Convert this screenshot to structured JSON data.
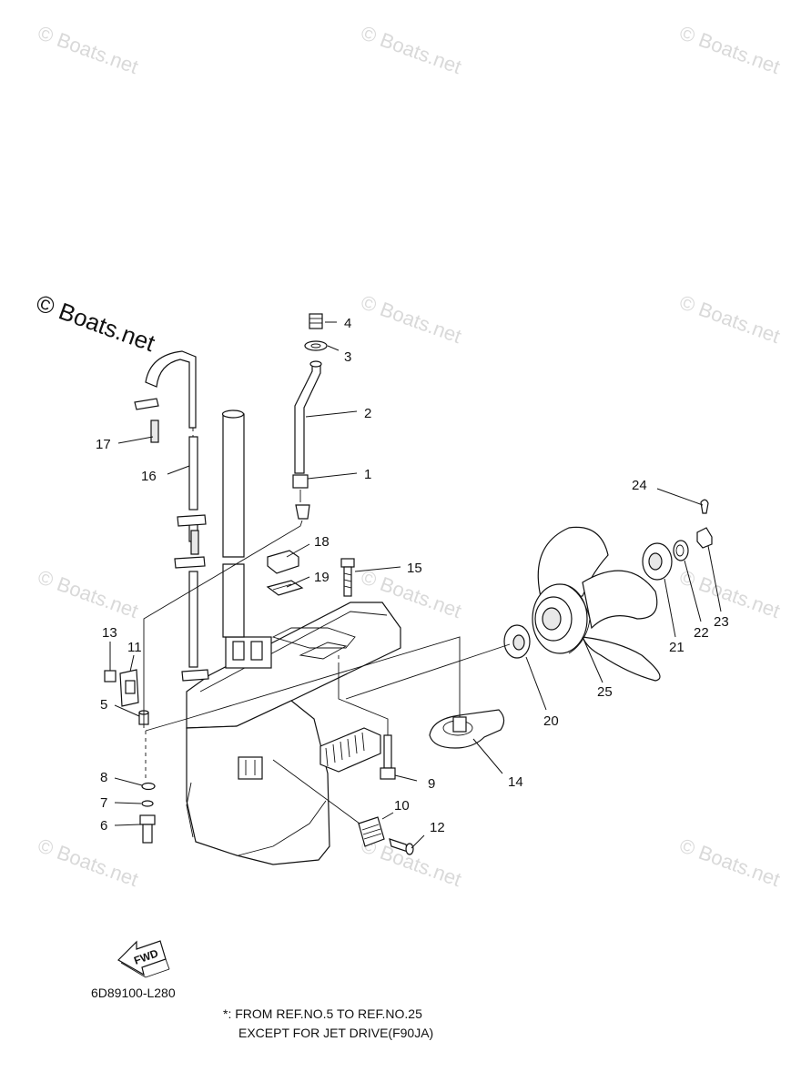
{
  "watermarks": {
    "small": "© Boats.net",
    "large": "© Boats.net"
  },
  "callouts": [
    "1",
    "2",
    "3",
    "4",
    "5",
    "6",
    "7",
    "8",
    "9",
    "10",
    "11",
    "12",
    "13",
    "14",
    "15",
    "16",
    "17",
    "18",
    "19",
    "20",
    "21",
    "22",
    "23",
    "24",
    "25"
  ],
  "fwd_label": "FWD",
  "diagram_code": "6D89100-L280",
  "note": {
    "line1": "*: FROM REF.NO.5 TO REF.NO.25",
    "line2": "EXCEPT FOR JET DRIVE(F90JA)"
  }
}
